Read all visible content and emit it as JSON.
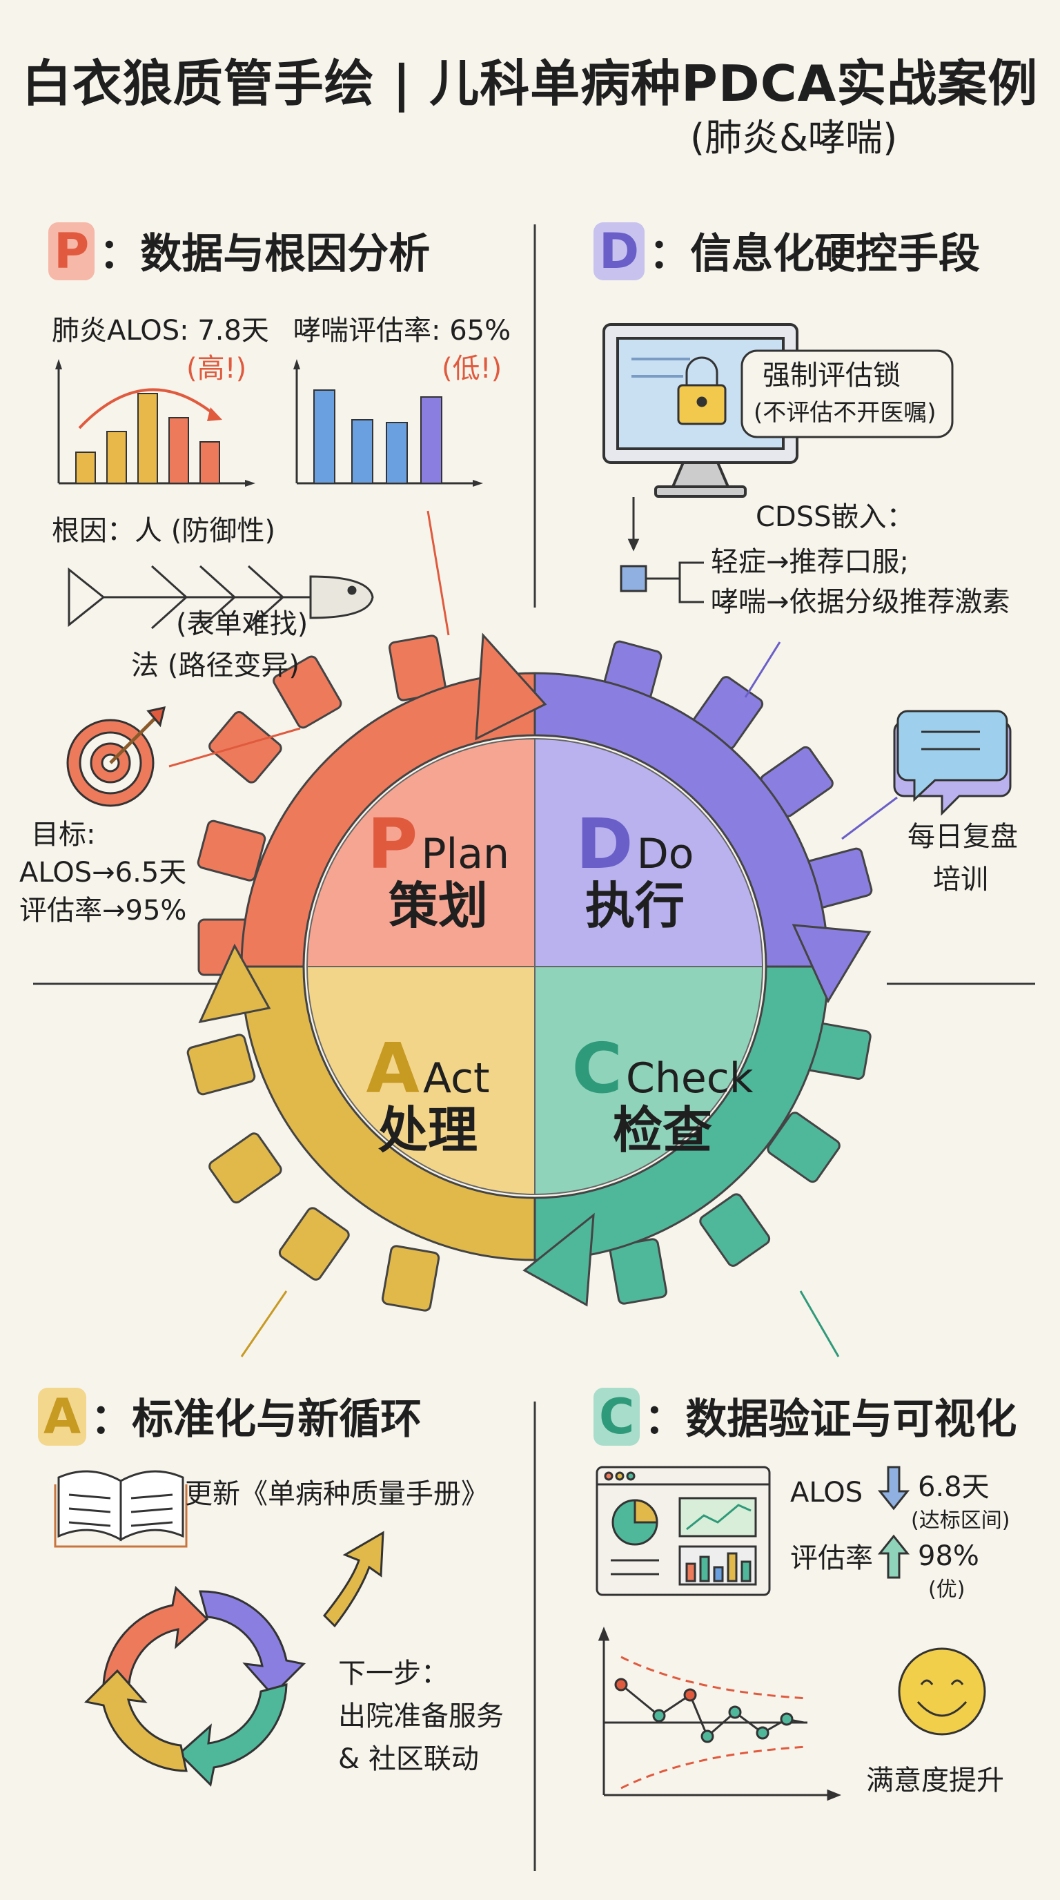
{
  "title": "白衣狼质管手绘 | 儿科单病种PDCA实战案例",
  "subtitle": "(肺炎&哮喘)",
  "colors": {
    "plan": "#ee7a5c",
    "do": "#8a7fe0",
    "check": "#4fb79a",
    "act": "#e0b94a",
    "background": "#f7f4ec",
    "alert": "#e05a3e"
  },
  "plan": {
    "letter": "P",
    "heading": "：数据与根因分析",
    "alos_label": "肺炎ALOS: 7.8天",
    "alos_flag": "(高!)",
    "assess_label": "哮喘评估率: 65%",
    "assess_flag": "(低!)",
    "root_cause_title": "根因：人 (防御性)",
    "root_cause_form": "(表单难找)",
    "root_cause_method": "法 (路径变异)",
    "goal_title": "目标:",
    "goal_alos": "ALOS→6.5天",
    "goal_rate": "评估率→95%",
    "icons": [
      "bar-chart-icon",
      "fishbone-icon",
      "target-icon"
    ]
  },
  "do": {
    "letter": "D",
    "heading": "：信息化硬控手段",
    "lock_title": "强制评估锁",
    "lock_note": "(不评估不开医嘱)",
    "cdss_title": "CDSS嵌入：",
    "cdss_item1": "轻症→推荐口服;",
    "cdss_item2": "哮喘→依据分级推荐激素",
    "training_line1": "每日复盘",
    "training_line2": "培训",
    "icons": [
      "monitor-icon",
      "lock-icon",
      "chat-bubble-icon"
    ]
  },
  "cycle": {
    "plan": {
      "letter": "P",
      "english": "Plan",
      "chinese": "策划"
    },
    "do": {
      "letter": "D",
      "english": "Do",
      "chinese": "执行"
    },
    "act": {
      "letter": "A",
      "english": "Act",
      "chinese": "处理"
    },
    "check": {
      "letter": "C",
      "english": "Check",
      "chinese": "检查"
    }
  },
  "act": {
    "letter": "A",
    "heading": "：标准化与新循环",
    "manual": "更新《单病种质量手册》",
    "next_title": "下一步：",
    "next_line1": "出院准备服务",
    "next_line2": "& 社区联动",
    "icons": [
      "book-icon",
      "cycle-arrows-icon",
      "arrow-up-icon"
    ]
  },
  "check": {
    "letter": "C",
    "heading": "：数据验证与可视化",
    "alos_label": "ALOS",
    "alos_value": "6.8天",
    "alos_note": "(达标区间)",
    "rate_label": "评估率",
    "rate_value": "98%",
    "rate_note": "(优)",
    "satisfaction": "满意度提升",
    "icons": [
      "dashboard-icon",
      "control-chart-icon",
      "smiley-icon",
      "arrow-down-icon",
      "arrow-up-icon"
    ]
  }
}
